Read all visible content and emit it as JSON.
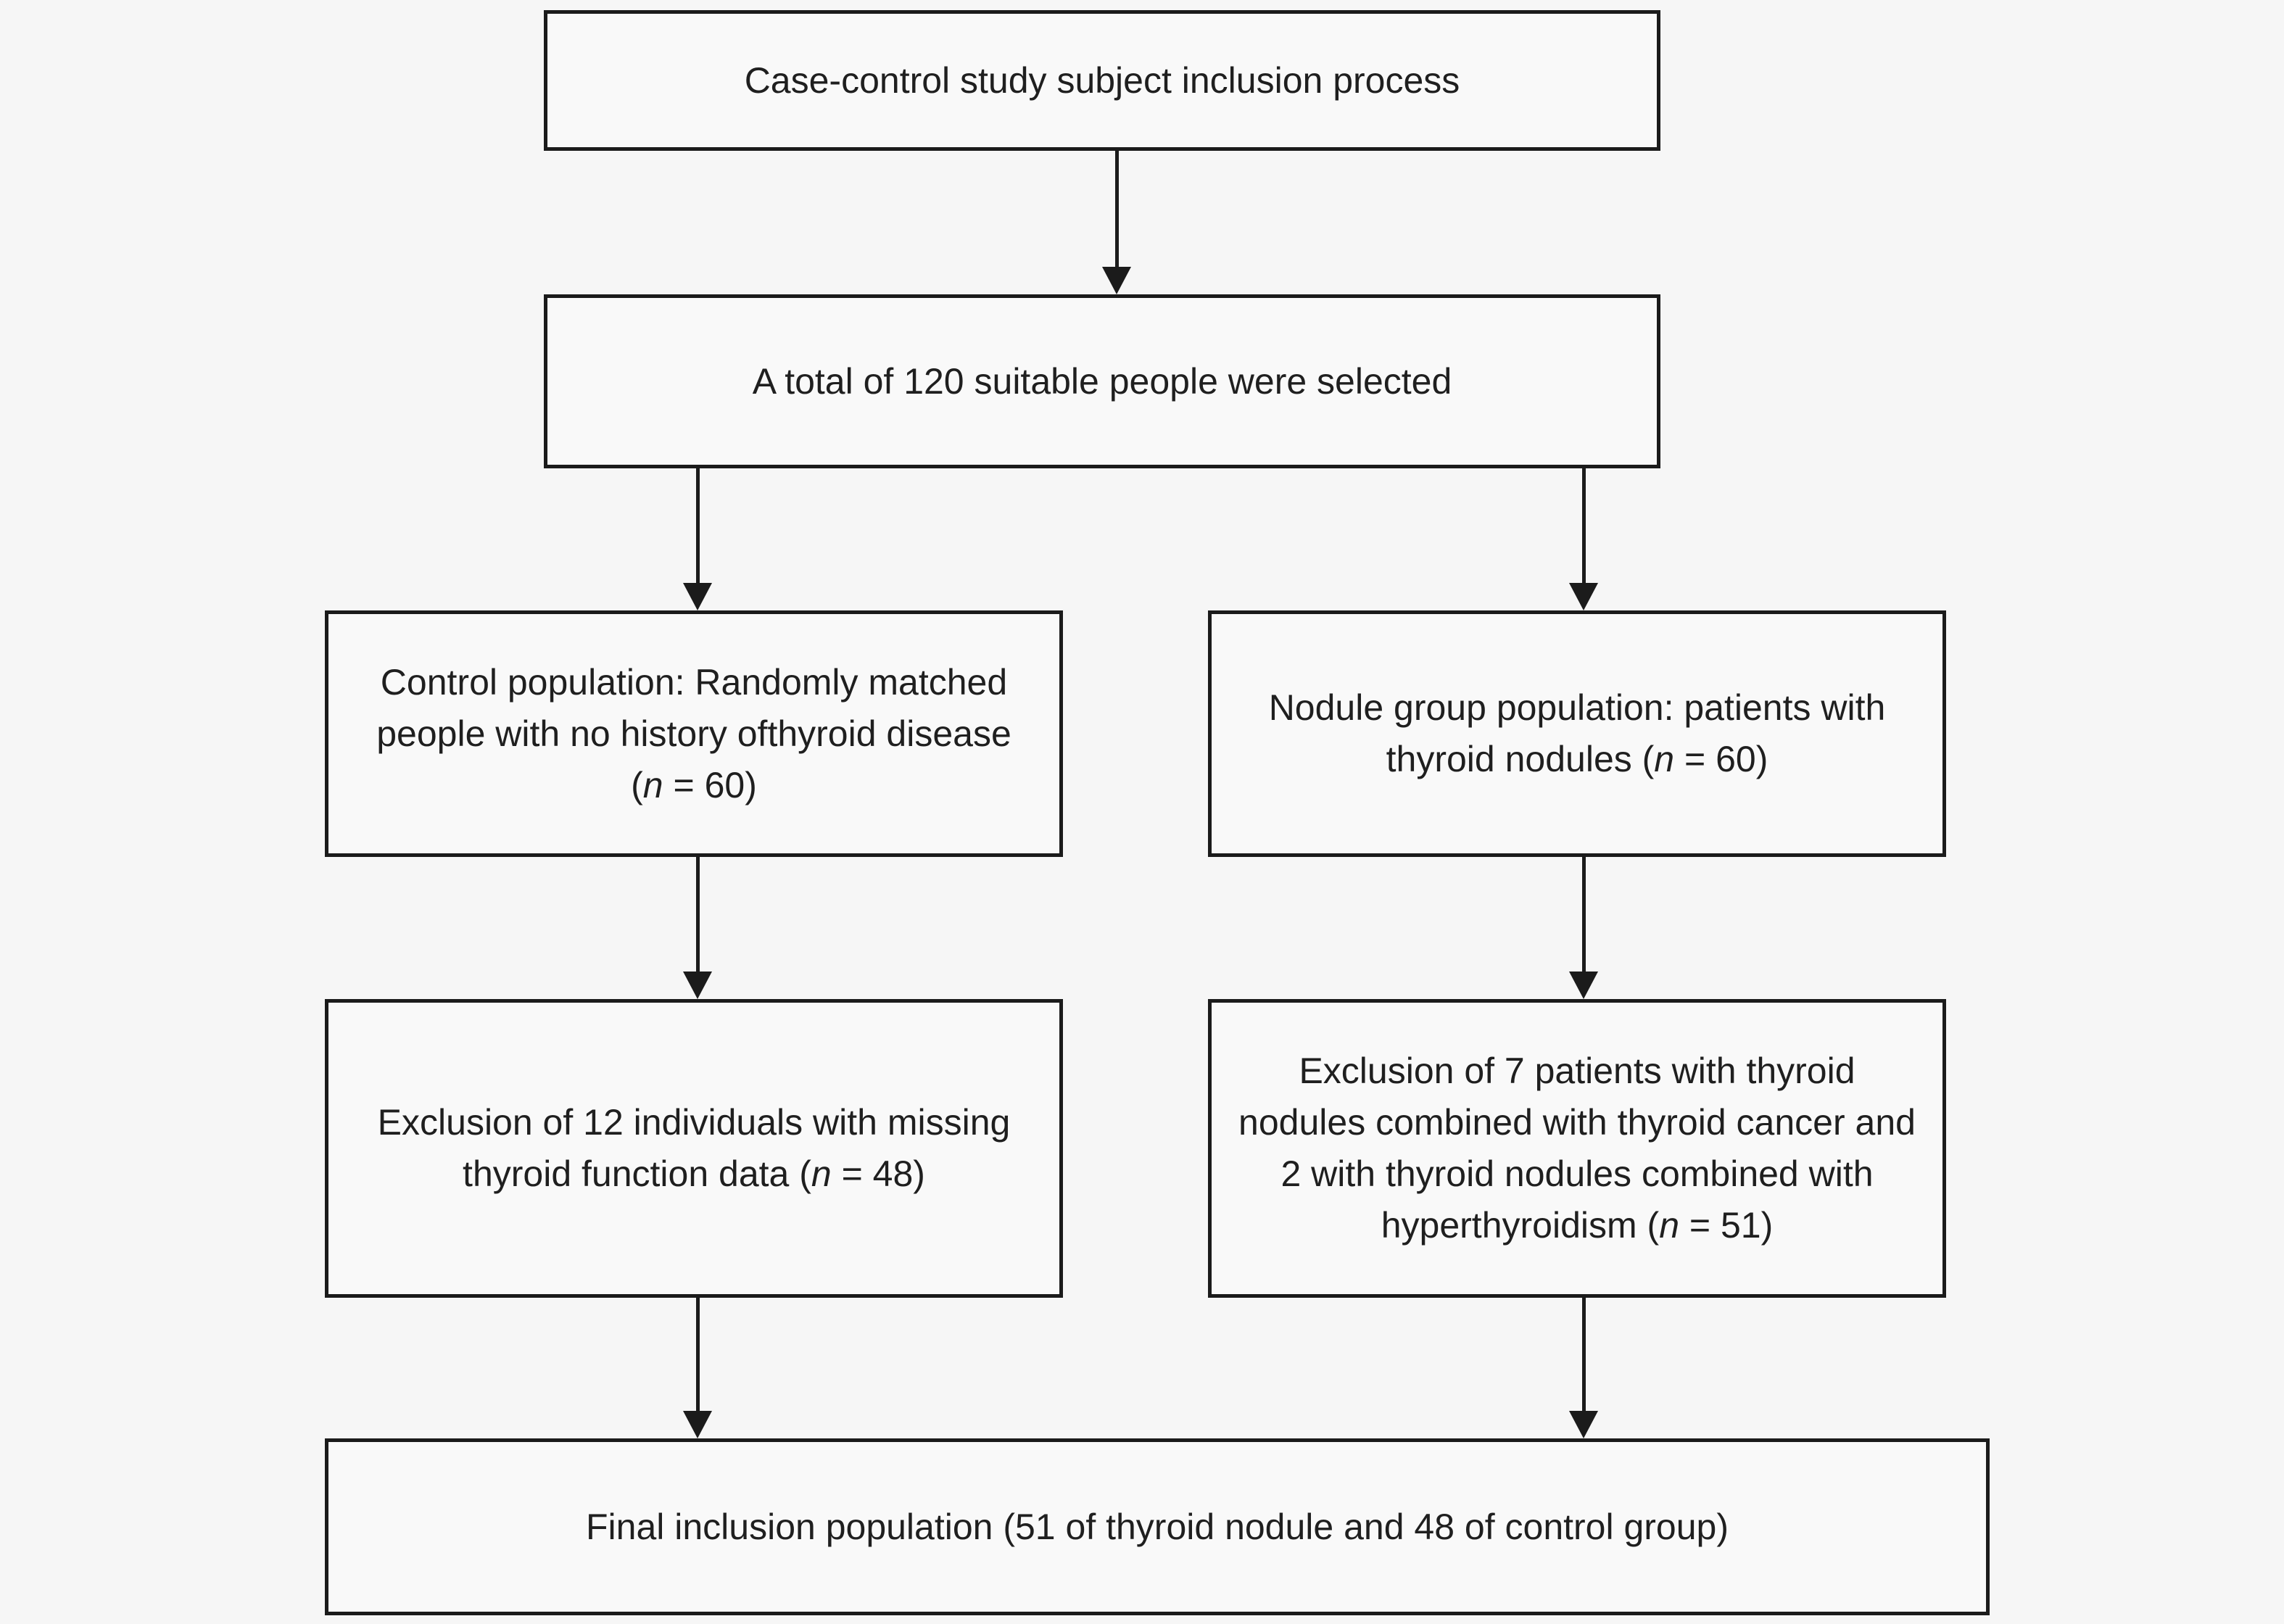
{
  "figure": {
    "kind": "flowchart",
    "title": "Case-control study subject inclusion process"
  },
  "colors": {
    "background": "#f6f6f6",
    "box_fill": "#f9f9f9",
    "border": "#1b1b1b",
    "text": "#1f1f1f",
    "arrow": "#1b1b1b"
  },
  "nodes": {
    "title": {
      "lines": [
        [
          "Case-control study subject inclusion process"
        ]
      ]
    },
    "total": {
      "lines": [
        [
          "A total of 120 suitable people were selected"
        ]
      ]
    },
    "control": {
      "lines": [
        [
          "Control population: Randomly matched"
        ],
        [
          "people with no history ofthyroid disease"
        ],
        [
          "(",
          {
            "t": "n",
            "i": true
          },
          " = 60)"
        ]
      ]
    },
    "nodule": {
      "lines": [
        [
          "Nodule group population: patients with"
        ],
        [
          "thyroid nodules (",
          {
            "t": "n",
            "i": true
          },
          " = 60)"
        ]
      ]
    },
    "excl_control": {
      "lines": [
        [
          "Exclusion of 12 individuals with missing"
        ],
        [
          "thyroid function data (",
          {
            "t": "n",
            "i": true
          },
          " = 48)"
        ]
      ]
    },
    "excl_nodule": {
      "lines": [
        [
          "Exclusion of 7 patients with thyroid"
        ],
        [
          "nodules combined with thyroid cancer and"
        ],
        [
          "2 with thyroid nodules combined with"
        ],
        [
          "hyperthyroidism (",
          {
            "t": "n",
            "i": true
          },
          " = 51)"
        ]
      ]
    },
    "final": {
      "lines": [
        [
          "Final inclusion population (51 of thyroid nodule and 48 of control group)"
        ]
      ]
    }
  },
  "edges": [
    {
      "from": "title",
      "to": "total"
    },
    {
      "from": "total",
      "to": "control"
    },
    {
      "from": "total",
      "to": "nodule"
    },
    {
      "from": "control",
      "to": "excl_control"
    },
    {
      "from": "nodule",
      "to": "excl_nodule"
    },
    {
      "from": "excl_control",
      "to": "final"
    },
    {
      "from": "excl_nodule",
      "to": "final"
    }
  ]
}
